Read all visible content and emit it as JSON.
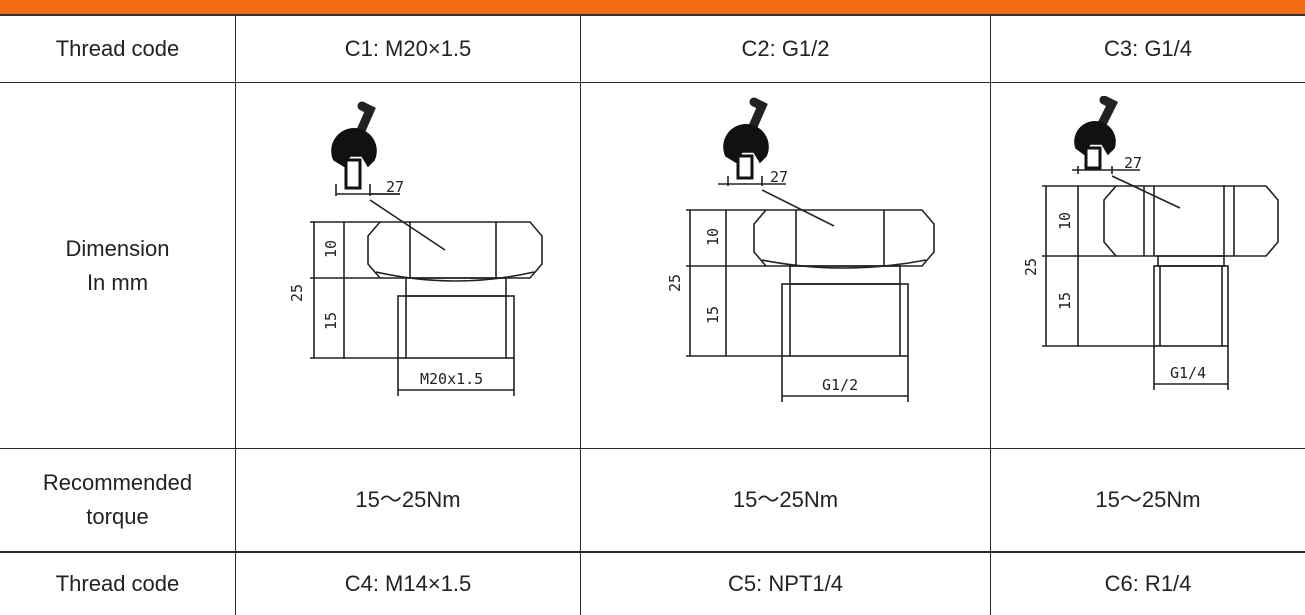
{
  "colors": {
    "accent_bar": "#f26b12",
    "rule": "#2a2a2a",
    "text": "#222222"
  },
  "rows": [
    {
      "label": "Thread code",
      "cells": [
        "C1: M20×1.5",
        "C2: G1/2",
        "C3: G1/4"
      ]
    },
    {
      "label_lines": [
        "Dimension",
        "In mm"
      ]
    },
    {
      "label_lines": [
        "Recommended",
        "torque"
      ],
      "cells": [
        "15～25Nm",
        "15～25Nm",
        "15～25Nm"
      ]
    },
    {
      "label": "Thread code",
      "cells": [
        "C4: M14×1.5",
        "C5: NPT1/4",
        "C6: R1/4"
      ]
    }
  ],
  "drawings": [
    {
      "wrench_size": "27",
      "height_total": "25",
      "height_hex": "10",
      "height_thread": "15",
      "thread_label": "M20x1.5",
      "icon": "wrench-icon"
    },
    {
      "wrench_size": "27",
      "height_total": "25",
      "height_hex": "10",
      "height_thread": "15",
      "thread_label": "G1/2",
      "icon": "wrench-icon"
    },
    {
      "wrench_size": "27",
      "height_total": "25",
      "height_hex": "10",
      "height_thread": "15",
      "thread_label": "G1/4",
      "icon": "wrench-icon"
    }
  ]
}
